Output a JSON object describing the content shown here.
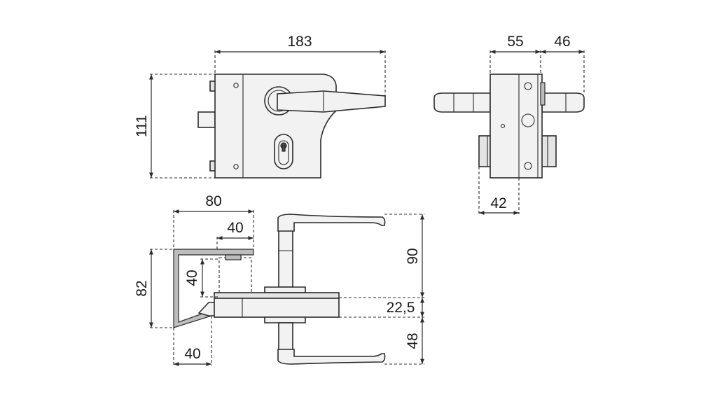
{
  "dimensions": {
    "front_width": "183",
    "front_height": "111",
    "side_left": "55",
    "side_right": "46",
    "side_bottom": "42",
    "top_overall": "80",
    "top_inner": "40",
    "post_height": "82",
    "post_depth": "40",
    "post_bottom": "40",
    "handle_upper": "90",
    "lock_body": "22,5",
    "handle_lower": "48"
  }
}
